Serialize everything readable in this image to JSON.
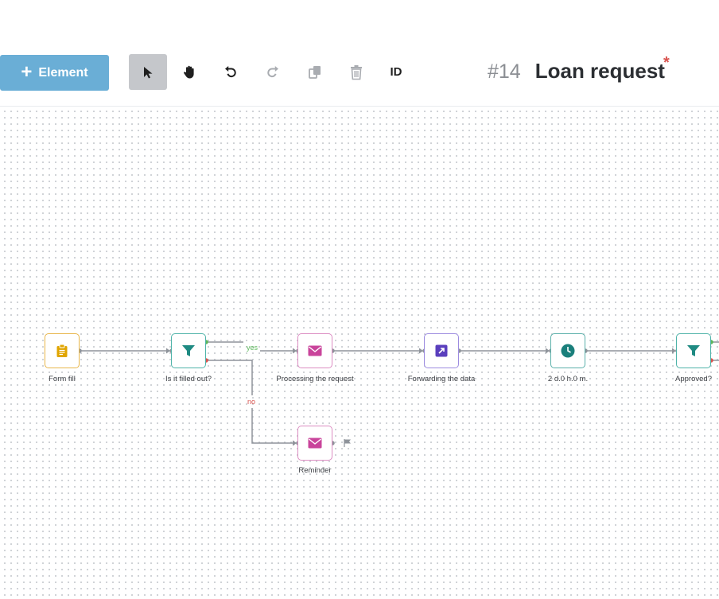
{
  "toolbar": {
    "add_label": "Element",
    "id_label": "ID"
  },
  "process": {
    "number": "#14",
    "name": "Loan request",
    "unsaved_marker": "*"
  },
  "nodes": {
    "form_fill": "Form fill",
    "is_filled": "Is it filled out?",
    "processing": "Processing the request",
    "forwarding": "Forwarding the data",
    "timer": "2 d.0 h.0 m.",
    "approved": "Approved?",
    "reminder": "Reminder"
  },
  "edges": {
    "yes": "yes",
    "no": "no"
  },
  "colors": {
    "accent": "#6aaed6",
    "form": "#e0a500",
    "filter": "#1e8a82",
    "email": "#c9449b",
    "forward": "#5a3fbd",
    "timer": "#1a7f7b",
    "yes": "#5cb85c",
    "no": "#d9534f"
  }
}
